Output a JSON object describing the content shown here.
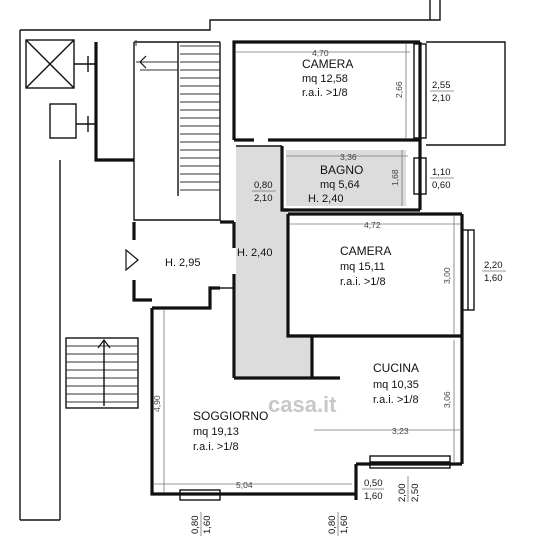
{
  "rooms": {
    "camera1": {
      "name": "CAMERA",
      "area": "mq 12,58",
      "rai": "r.a.i. >1/8"
    },
    "bagno": {
      "name": "BAGNO",
      "area": "mq 5,64",
      "height": "H. 2,40"
    },
    "camera2": {
      "name": "CAMERA",
      "area": "mq 15,11",
      "rai": "r.a.i. >1/8"
    },
    "cucina": {
      "name": "CUCINA",
      "area": "mq 10,35",
      "rai": "r.a.i. >1/8"
    },
    "soggiorno": {
      "name": "SOGGIORNO",
      "area": "mq 19,13",
      "rai": "r.a.i. >1/8"
    },
    "corridoio": {
      "height": "H. 2,40"
    },
    "ingresso": {
      "height": "H. 2,95"
    }
  },
  "dimensions": {
    "camera1_width": "4,70",
    "camera1_depth": "2,66",
    "window1_w": "2,55",
    "window1_h": "2,10",
    "bagno_width": "3,36",
    "bagno_depth": "1,68",
    "window2_w": "1,10",
    "window2_h": "0,60",
    "door_w": "0,80",
    "door_h": "2,10",
    "camera2_width": "4,72",
    "camera2_depth": "3,00",
    "window3_w": "2,20",
    "window3_h": "1,60",
    "cucina_depth": "3,06",
    "cucina_width": "3,23",
    "soggiorno_depth": "4,90",
    "soggiorno_width": "5,04",
    "window4_w": "0,50",
    "window4_h": "1,60",
    "window5_w": "2,00",
    "window5_h": "2,50",
    "window6_w": "0,80",
    "window6_h": "1,60",
    "window7_w": "0,80",
    "window7_h": "1,60"
  },
  "watermark": "casa.it"
}
